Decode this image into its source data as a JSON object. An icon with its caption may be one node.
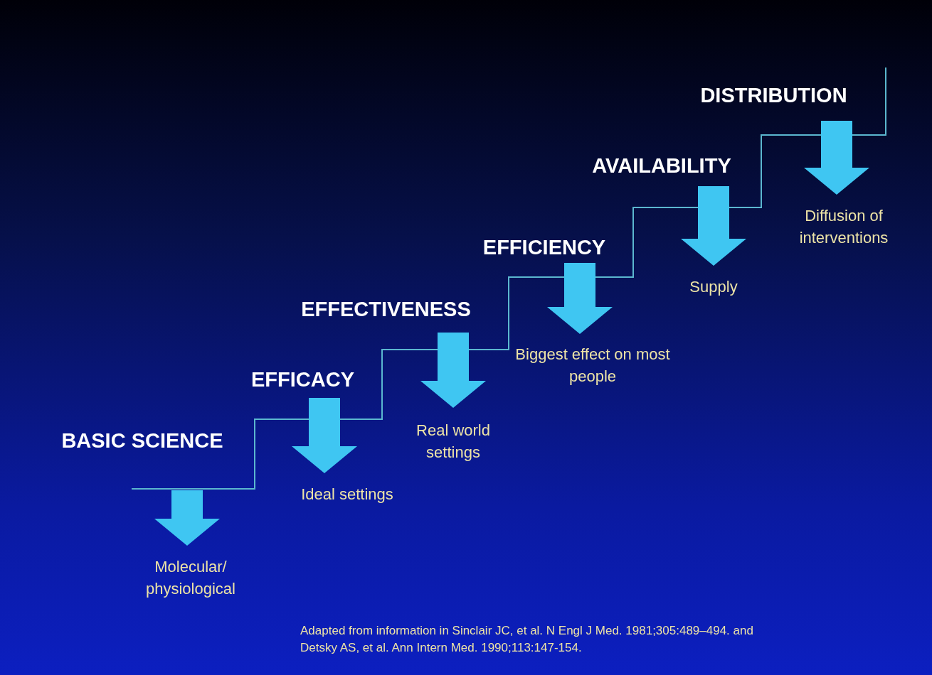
{
  "diagram": {
    "nodes": [
      {
        "text": [
          "BASIC SCIENCE"
        ]
      },
      {
        "text": [
          "EFFICACY"
        ]
      },
      {
        "text": [
          "EFFECTIVENESS"
        ]
      },
      {
        "text": [
          "EFFICIENCY"
        ]
      },
      {
        "text": [
          "AVAILABILITY"
        ]
      },
      {
        "text": [
          "DISTRIBUTION"
        ]
      },
      {
        "text": [
          "Molecular/ physiological"
        ]
      },
      {
        "text": [
          "Ideal settings"
        ]
      },
      {
        "text": [
          "Real world settings"
        ]
      },
      {
        "text": [
          "Biggest effect on most people"
        ]
      },
      {
        "text": [
          "Supply"
        ]
      },
      {
        "text": [
          "Diffusion of interventions"
        ]
      }
    ],
    "edges": [
      {
        "from": 0,
        "to": 6,
        "arrow": "to"
      },
      {
        "from": 1,
        "to": 7,
        "arrow": "to"
      },
      {
        "from": 2,
        "to": 8,
        "arrow": "to"
      },
      {
        "from": 3,
        "to": 9,
        "arrow": "to"
      },
      {
        "from": 4,
        "to": 10,
        "arrow": "to"
      },
      {
        "from": 5,
        "to": 11,
        "arrow": "to"
      }
    ],
    "labels": [
      "Adapted from information in Sinclair JC, et al. N Engl J Med. 1981;305:489–494. and Detsky AS, et al. Ann Intern Med. 1990;113:147-154."
    ]
  }
}
